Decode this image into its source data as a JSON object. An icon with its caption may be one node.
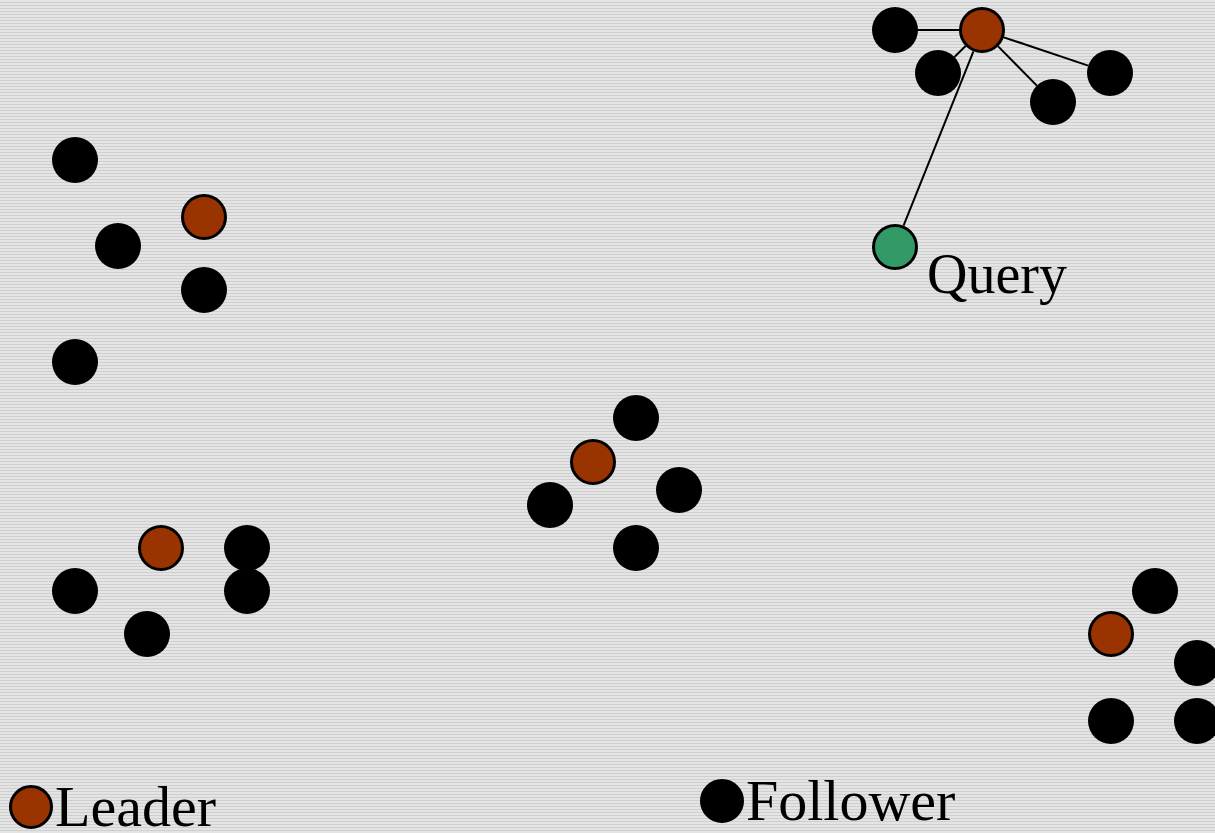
{
  "diagram": {
    "nodes": [
      {
        "text": [],
        "shape": "circle"
      },
      {
        "text": [],
        "shape": "circle"
      },
      {
        "text": [],
        "shape": "circle"
      },
      {
        "text": [],
        "shape": "circle"
      },
      {
        "text": [],
        "shape": "circle"
      },
      {
        "text": [],
        "shape": "circle"
      },
      {
        "text": [],
        "shape": "circle"
      },
      {
        "text": [],
        "shape": "circle",
        "beside": [
          "Query"
        ]
      },
      {
        "text": [],
        "shape": "circle"
      },
      {
        "text": [],
        "shape": "circle"
      },
      {
        "text": [],
        "shape": "circle"
      },
      {
        "text": [],
        "shape": "circle"
      },
      {
        "text": [],
        "shape": "circle"
      },
      {
        "text": [],
        "shape": "circle"
      },
      {
        "text": [],
        "shape": "circle"
      },
      {
        "text": [],
        "shape": "circle"
      },
      {
        "text": [],
        "shape": "circle"
      },
      {
        "text": [],
        "shape": "circle"
      },
      {
        "text": [],
        "shape": "circle"
      },
      {
        "text": [],
        "shape": "circle"
      },
      {
        "text": [],
        "shape": "circle"
      },
      {
        "text": [],
        "shape": "circle"
      },
      {
        "text": [],
        "shape": "circle"
      },
      {
        "text": [],
        "shape": "circle"
      },
      {
        "text": [],
        "shape": "circle"
      },
      {
        "text": [],
        "shape": "circle"
      }
    ],
    "edges": [
      {
        "from": 1,
        "to": 0,
        "arrow": "none"
      },
      {
        "from": 1,
        "to": 2,
        "arrow": "none"
      },
      {
        "from": 1,
        "to": 4,
        "arrow": "none"
      },
      {
        "from": 1,
        "to": 3,
        "arrow": "none"
      },
      {
        "from": 1,
        "to": 7,
        "arrow": "none"
      }
    ],
    "legend": [
      {
        "text": "Leader",
        "color": "#993300"
      },
      {
        "text": "Follower",
        "color": "#000000"
      }
    ]
  }
}
